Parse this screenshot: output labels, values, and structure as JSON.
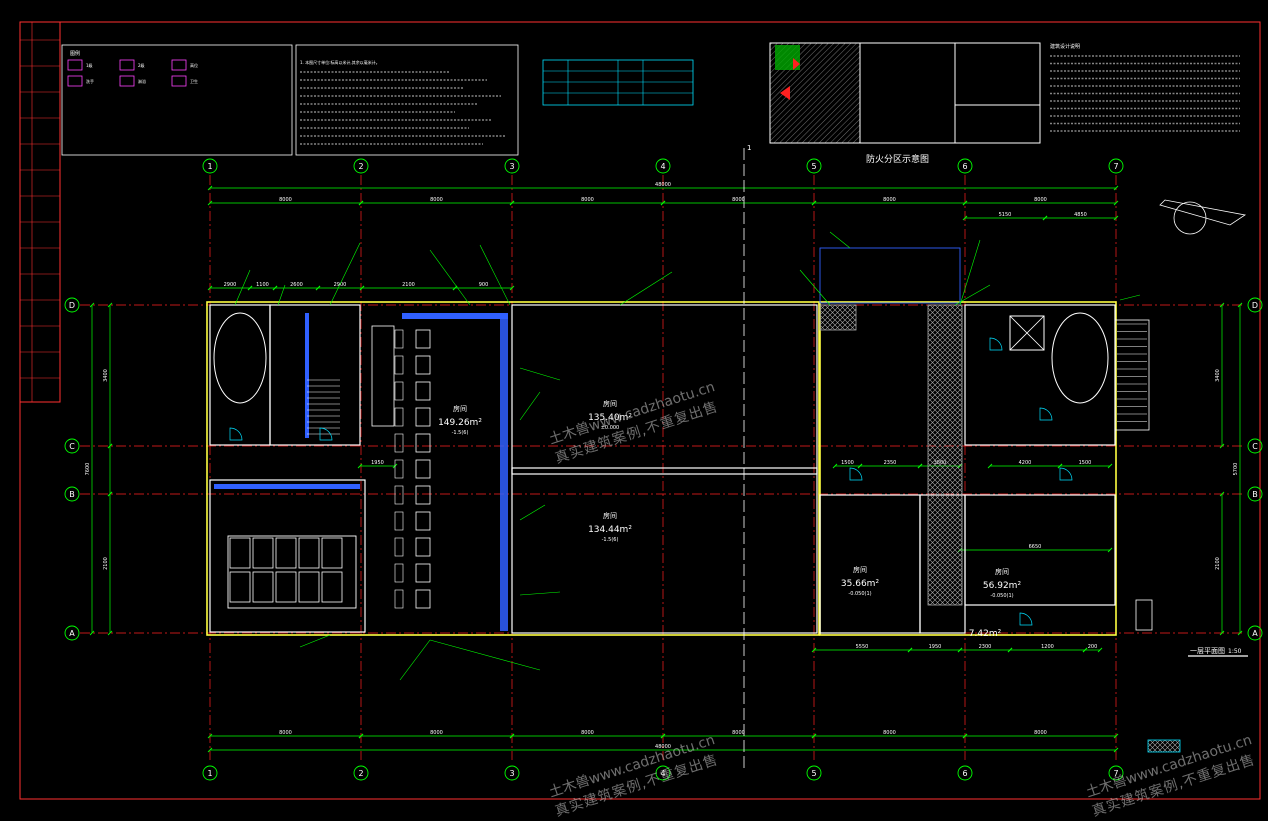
{
  "drawing": {
    "sheet_title": "一层平面图",
    "scale": "1:50",
    "fire_zone_title": "防火分区示意图",
    "total_width": "48000",
    "bay_spans": [
      "8000",
      "8000",
      "8000",
      "8000",
      "8000",
      "8000"
    ],
    "top_dims_left": [
      "2900",
      "1100",
      "2600",
      "2900",
      "2100",
      "900"
    ],
    "top_dims_right": [
      "5150",
      "4850"
    ],
    "bottom_dims": [
      "5550",
      "1950",
      "2300",
      "1200",
      "200"
    ],
    "col_labels": [
      "1",
      "2",
      "3",
      "4",
      "5",
      "6",
      "7"
    ],
    "row_labels": [
      "D",
      "C",
      "B",
      "A"
    ],
    "row_dims_left": [
      "3400",
      "2100",
      "2100"
    ],
    "left_total": "7600",
    "right_total": "5700",
    "section_mark": "1",
    "rooms": [
      {
        "name": "房间",
        "area": "149.26m²",
        "level": "-1.5(6)"
      },
      {
        "name": "房间",
        "area": "135.40m²",
        "level": "±0.000"
      },
      {
        "name": "房间",
        "area": "134.44m²",
        "level": "-1.5(6)"
      },
      {
        "name": "房间",
        "area": "35.66m²",
        "level": "-0.050(1)"
      },
      {
        "name": "房间",
        "area": "56.92m²",
        "level": "-0.050(1)"
      },
      {
        "name": "",
        "area": "7.42m²",
        "level": ""
      }
    ],
    "misc_dims": [
      "1950",
      "1500",
      "2350",
      "3800",
      "4200",
      "1500",
      "6650"
    ]
  },
  "legend": {
    "header": "图例",
    "items": [
      "1级",
      "2级",
      "高位",
      "洗手",
      "淋浴",
      "卫生"
    ]
  },
  "notes_center": "1. 本图尺寸单位:标高以米计,其余以毫米计。",
  "notes_right": "建筑设计说明",
  "watermark": {
    "line1": "土木兽www.cadzhaotu.cn",
    "line2": "真实建筑案例,不重复出售"
  },
  "colors": {
    "bg": "#000000",
    "grid": "#00ff00",
    "wall": "#ffffff",
    "axis": "#ff2020",
    "dim": "#00ff00",
    "text": "#ffffff",
    "blue": "#3060ff",
    "yellow": "#ffff40",
    "cyan": "#00e0ff"
  }
}
